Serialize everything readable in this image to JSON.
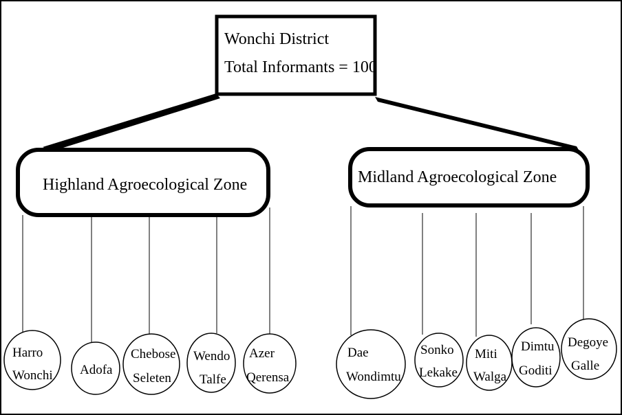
{
  "root": {
    "line1": "Wonchi District",
    "line2": "Total Informants = 100"
  },
  "zones": [
    {
      "label": "Highland Agroecological Zone",
      "sites": [
        {
          "line1": "Harro",
          "line2": "Wonchi"
        },
        {
          "line1": "Adofa",
          "line2": ""
        },
        {
          "line1": "Chebose",
          "line2": "Seleten"
        },
        {
          "line1": "Wendo",
          "line2": "Talfe"
        },
        {
          "line1": "Azer",
          "line2": "Qerensa"
        }
      ]
    },
    {
      "label": "Midland Agroecological Zone",
      "sites": [
        {
          "line1": "Dae",
          "line2": "Wondimtu"
        },
        {
          "line1": "Sonko",
          "line2": "Lekake"
        },
        {
          "line1": "Miti",
          "line2": "Walga"
        },
        {
          "line1": "Dimtu",
          "line2": "Goditi"
        },
        {
          "line1": "Degoye",
          "line2": "Galle"
        }
      ]
    }
  ]
}
